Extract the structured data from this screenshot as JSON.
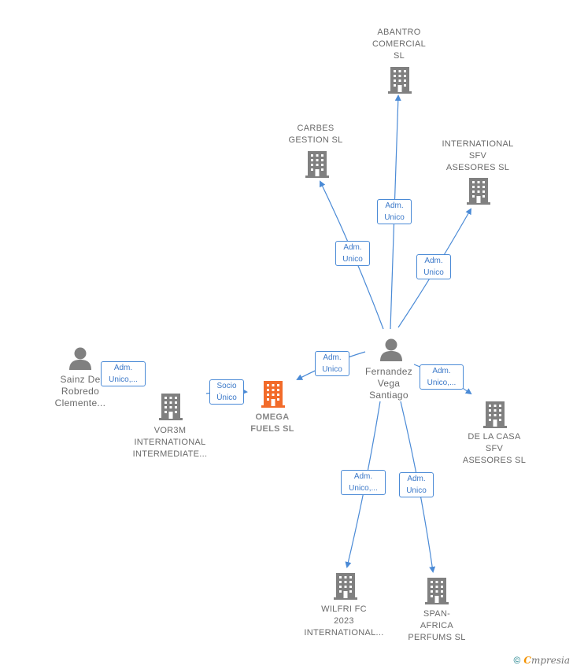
{
  "colors": {
    "edge": "#4a8ad6",
    "node": "#808080",
    "focus": "#f26b2a"
  },
  "nodes": {
    "abantro": {
      "lines": [
        "ABANTRO",
        "COMERCIAL",
        "SL"
      ],
      "type": "company"
    },
    "carbes": {
      "lines": [
        "CARBES",
        "GESTION  SL"
      ],
      "type": "company"
    },
    "international_sfv": {
      "lines": [
        "INTERNATIONAL",
        "SFV",
        "ASESORES  SL"
      ],
      "type": "company"
    },
    "fernandez": {
      "lines": [
        "Fernandez",
        "Vega",
        "Santiago"
      ],
      "type": "person"
    },
    "sainz": {
      "lines": [
        "Sainz De",
        "Robredo",
        "Clemente..."
      ],
      "type": "person"
    },
    "omega": {
      "lines": [
        "OMEGA",
        "FUELS  SL"
      ],
      "type": "company-focus"
    },
    "vor3m": {
      "lines": [
        "VOR3M",
        "INTERNATIONAL",
        "INTERMEDIATE..."
      ],
      "type": "company"
    },
    "delacasa": {
      "lines": [
        "DE LA CASA",
        "SFV",
        "ASESORES  SL"
      ],
      "type": "company"
    },
    "wilfri": {
      "lines": [
        "WILFRI FC",
        "2023",
        "INTERNATIONAL..."
      ],
      "type": "company"
    },
    "spanafrica": {
      "lines": [
        "SPAN-",
        "AFRICA",
        "PERFUMS  SL"
      ],
      "type": "company"
    }
  },
  "edges": {
    "e_abantro": {
      "lines": [
        "Adm.",
        "Unico"
      ]
    },
    "e_carbes": {
      "lines": [
        "Adm.",
        "Unico"
      ]
    },
    "e_intsfv": {
      "lines": [
        "Adm.",
        "Unico"
      ]
    },
    "e_omega_f": {
      "lines": [
        "Adm.",
        "Unico"
      ]
    },
    "e_delacasa": {
      "lines": [
        "Adm.",
        "Unico,..."
      ]
    },
    "e_sainz": {
      "lines": [
        "Adm.",
        "Unico,..."
      ]
    },
    "e_socio": {
      "lines": [
        "Socio",
        "Único"
      ]
    },
    "e_wilfri": {
      "lines": [
        "Adm.",
        "Unico,..."
      ]
    },
    "e_span": {
      "lines": [
        "Adm.",
        "Unico"
      ]
    }
  },
  "footer": {
    "copyright": "©",
    "brand_initial": "C",
    "brand_rest": "mpresia"
  }
}
